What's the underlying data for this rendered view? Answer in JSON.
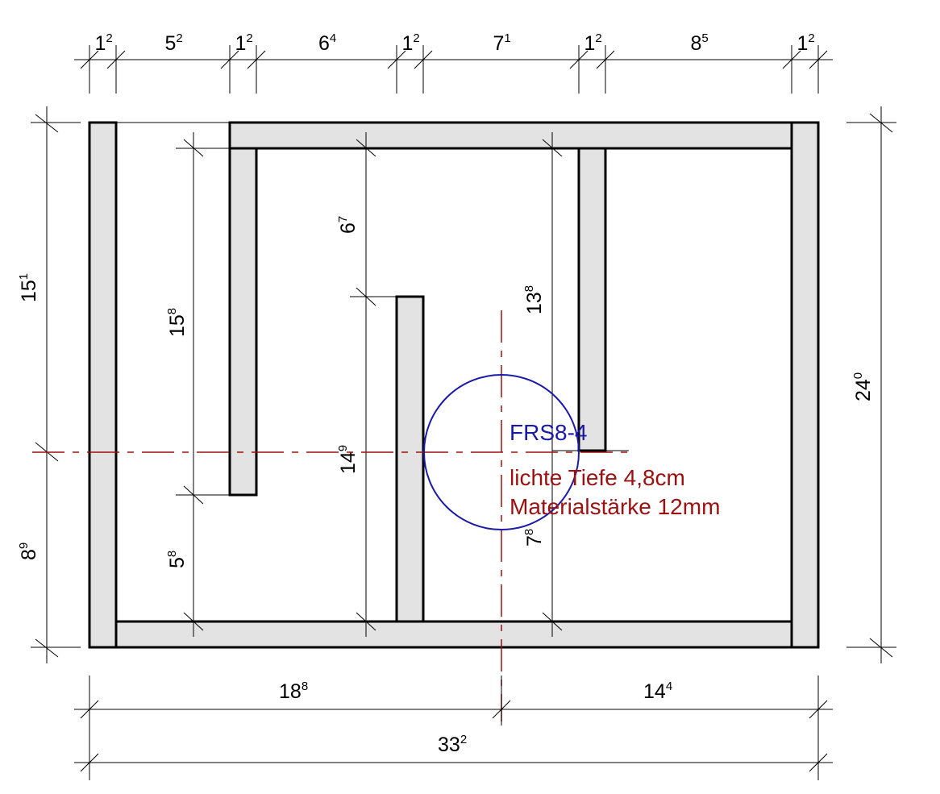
{
  "top_dims": [
    {
      "main": "1",
      "sup": "2"
    },
    {
      "main": "5",
      "sup": "2"
    },
    {
      "main": "1",
      "sup": "2"
    },
    {
      "main": "6",
      "sup": "4"
    },
    {
      "main": "1",
      "sup": "2"
    },
    {
      "main": "7",
      "sup": "1"
    },
    {
      "main": "1",
      "sup": "2"
    },
    {
      "main": "8",
      "sup": "5"
    },
    {
      "main": "1",
      "sup": "2"
    }
  ],
  "left_dims": {
    "upper": {
      "main": "15",
      "sup": "1"
    },
    "lower": {
      "main": "8",
      "sup": "9"
    }
  },
  "right_dim": {
    "main": "24",
    "sup": "0"
  },
  "inner_dims": {
    "left_upper": {
      "main": "15",
      "sup": "8"
    },
    "left_lower": {
      "main": "5",
      "sup": "8"
    },
    "middle_upper": {
      "main": "6",
      "sup": "7"
    },
    "middle_lower": {
      "main": "14",
      "sup": "9"
    },
    "right_upper": {
      "main": "13",
      "sup": "8"
    },
    "right_lower": {
      "main": "7",
      "sup": "8"
    }
  },
  "bottom_dims": {
    "left": {
      "main": "18",
      "sup": "8"
    },
    "right": {
      "main": "14",
      "sup": "4"
    },
    "total": {
      "main": "33",
      "sup": "2"
    }
  },
  "driver_label": "FRS8-4",
  "notes": [
    "lichte Tiefe 4,8cm",
    "Materialstärke 12mm"
  ],
  "colors": {
    "centerline": "#9b1010",
    "driver_circle": "#1a1aa8",
    "panel_fill": "#e3e3e3"
  }
}
